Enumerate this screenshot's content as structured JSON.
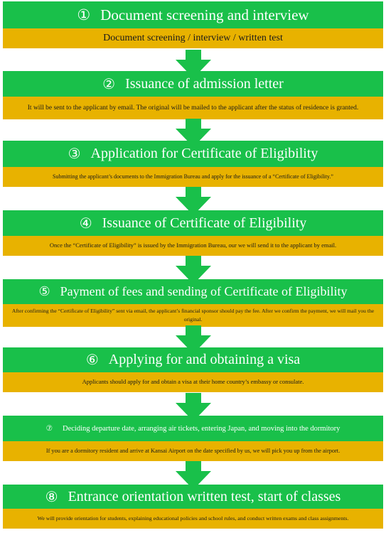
{
  "colors": {
    "header": "#19c04a",
    "description": "#e8b200",
    "arrow": "#19c04a"
  },
  "steps": [
    {
      "num": "①",
      "title": "Document screening and interview",
      "desc": "Document screening / interview / written test"
    },
    {
      "num": "②",
      "title": "Issuance of admission letter",
      "desc": "It will be sent to the applicant by email. The original will be mailed to the applicant after the status of residence is granted."
    },
    {
      "num": "③",
      "title": "Application for Certificate of Eligibility",
      "desc": "Submitting the applicant’s documents to the Immigration Bureau and apply for the issuance of a “Certificate of Eligibility.”"
    },
    {
      "num": "④",
      "title": "Issuance of Certificate of Eligibility",
      "desc": "Once the “Certificate of Eligibility” is issued by the Immigration Bureau, our we will send it to the applicant by email."
    },
    {
      "num": "⑤",
      "title": "Payment of fees and sending of Certificate of Eligibility",
      "desc": "After confirming the “Certificate of Eligibility” sent via email, the applicant’s financial sponsor should pay the fee. After we confirm the payment, we will mail you the original."
    },
    {
      "num": "⑥",
      "title": "Applying for and obtaining a visa",
      "desc": "Applicants should apply for and obtain a visa at their home country’s embassy or consulate."
    },
    {
      "num": "⑦",
      "title": "Deciding departure date, arranging air tickets, entering Japan, and moving into the dormitory",
      "desc": "If you are a dormitory resident and arrive at Kansai Airport on the date specified by us, we will pick you up from the airport."
    },
    {
      "num": "⑧",
      "title": "Entrance orientation written test, start of classes",
      "desc": "We will provide orientation for students, explaining educational policies and school rules, and conduct written exams and class assignments."
    }
  ]
}
